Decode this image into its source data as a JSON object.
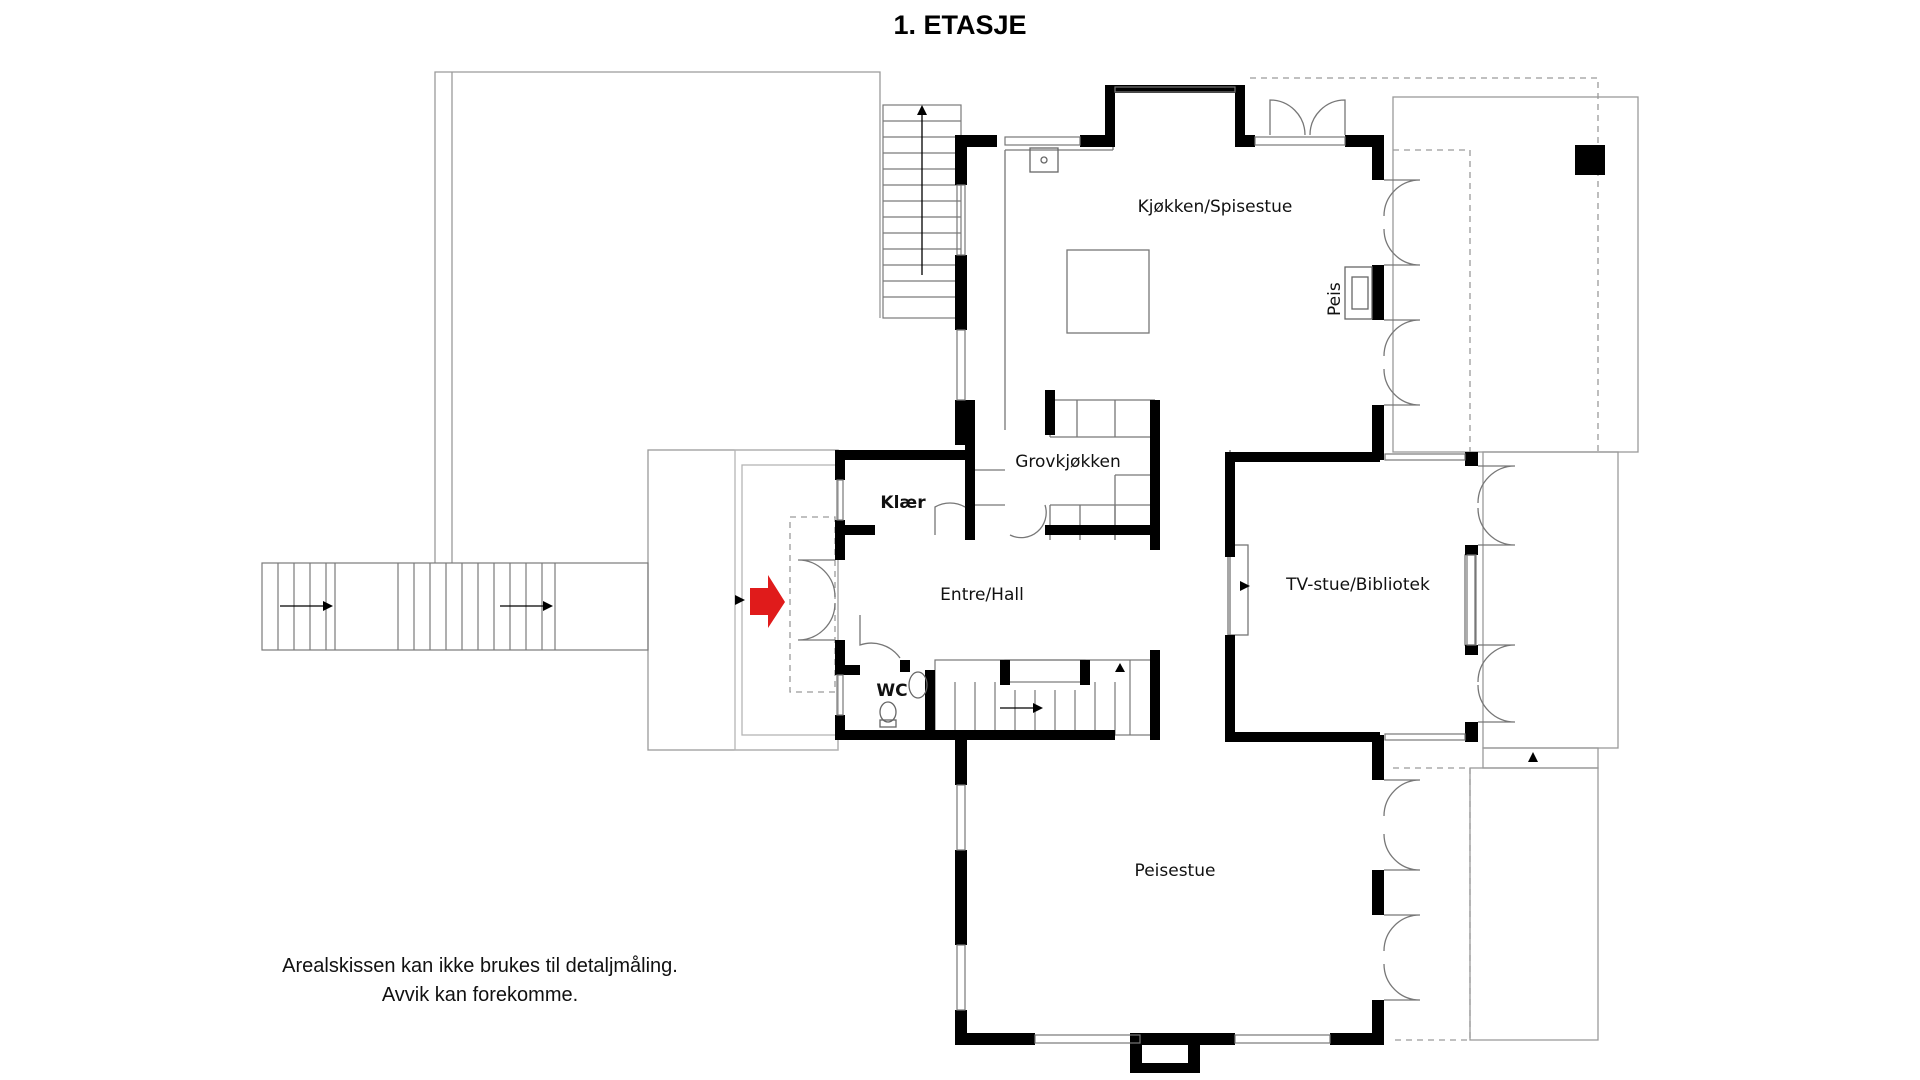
{
  "title": "1. ETASJE",
  "rooms": {
    "kitchen": "Kjøkken/Spisestue",
    "fireplace": "Peis",
    "utility": "Grovkjøkken",
    "closet": "Klær",
    "hall": "Entre/Hall",
    "wc": "WC",
    "tv": "TV-stue/Bibliotek",
    "living": "Peisestue"
  },
  "disclaimer": {
    "line1": "Arealskissen kan ikke brukes til detaljmåling.",
    "line2": "Avvik kan forekomme."
  },
  "colors": {
    "wall": "#000000",
    "line": "#9a9a9a",
    "entrance_arrow": "#e01b1b"
  }
}
